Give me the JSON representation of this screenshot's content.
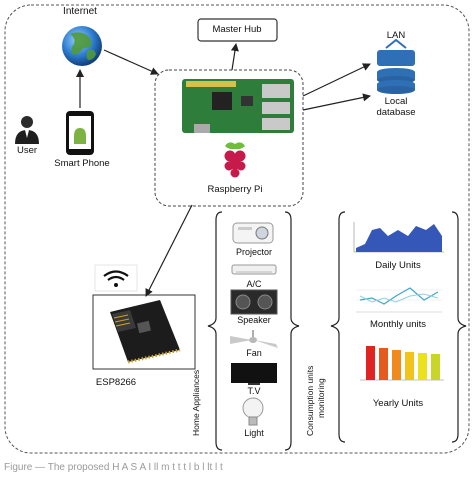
{
  "labels": {
    "internet": "Internet",
    "master_hub": "Master Hub",
    "lan": "LAN",
    "local_database": [
      "Local",
      "database"
    ],
    "user": "User",
    "smart_phone": "Smart Phone",
    "raspberry_pi": "Raspberry Pi",
    "esp8266": "ESP8266",
    "home_appliances": "Home Appliances",
    "consumption_monitoring": [
      "Consumption units",
      "monitoring"
    ]
  },
  "appliances": [
    "Projector",
    "A/C",
    "Speaker",
    "Fan",
    "T.V",
    "Light"
  ],
  "reports": [
    "Daily Units",
    "Monthly units",
    "Yearly Units"
  ],
  "caption": "Figure — The proposed H A S A I ll  m      t   t    t  l b l  lt     l     t",
  "colors": {
    "frame": "#555555",
    "db_blue": "#2f6fb5",
    "pi_red": "#c51a4a",
    "pcb_green": "#3f8a3d",
    "chart_blue": "#3557b7",
    "bar_colors": [
      "#e02424",
      "#e65a1e",
      "#f08a1c",
      "#f2c31b",
      "#e9e21d",
      "#c8d62a"
    ]
  },
  "icons": [
    "globe-icon",
    "user-icon",
    "smartphone-icon",
    "database-icon",
    "wifi-icon",
    "raspberry-logo-icon"
  ]
}
